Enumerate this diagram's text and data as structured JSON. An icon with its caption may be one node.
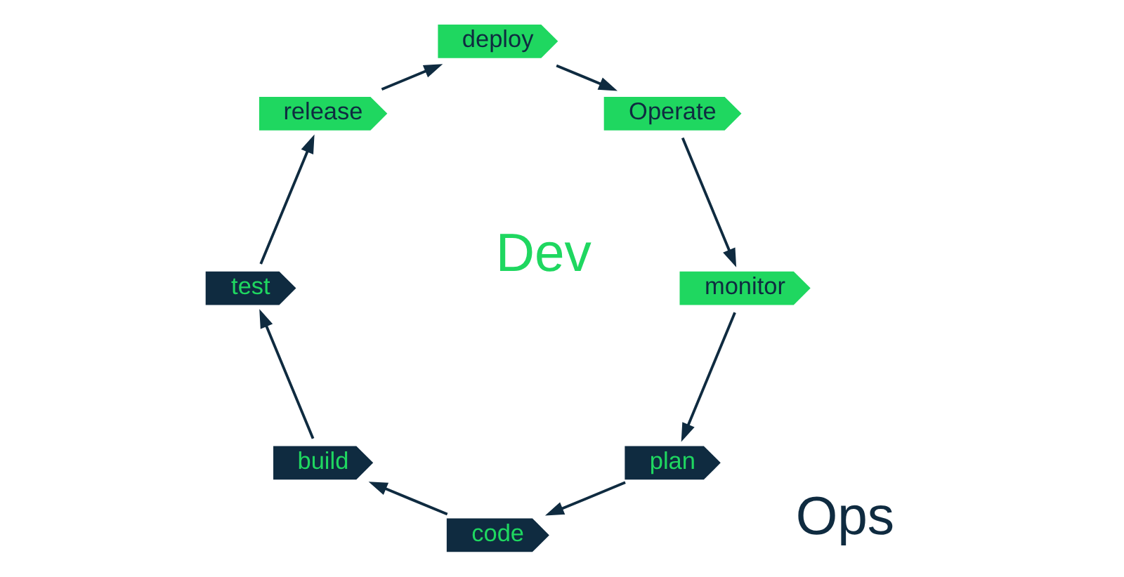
{
  "diagram": {
    "nodes": [
      {
        "text": [
          "plan"
        ]
      },
      {
        "text": [
          "code"
        ]
      },
      {
        "text": [
          "build"
        ]
      },
      {
        "text": [
          "test"
        ]
      },
      {
        "text": [
          "release"
        ]
      },
      {
        "text": [
          "deploy"
        ]
      },
      {
        "text": [
          "Operate"
        ]
      },
      {
        "text": [
          "monitor"
        ]
      }
    ],
    "edges": [
      {
        "from": 0,
        "to": 1,
        "arrow": "to"
      },
      {
        "from": 1,
        "to": 2,
        "arrow": "to"
      },
      {
        "from": 2,
        "to": 3,
        "arrow": "to"
      },
      {
        "from": 3,
        "to": 4,
        "arrow": "to"
      },
      {
        "from": 4,
        "to": 5,
        "arrow": "to"
      },
      {
        "from": 5,
        "to": 6,
        "arrow": "to"
      },
      {
        "from": 6,
        "to": 7,
        "arrow": "to"
      },
      {
        "from": 7,
        "to": 0,
        "arrow": "to"
      }
    ],
    "labels": [
      "Dev",
      "Ops"
    ]
  }
}
